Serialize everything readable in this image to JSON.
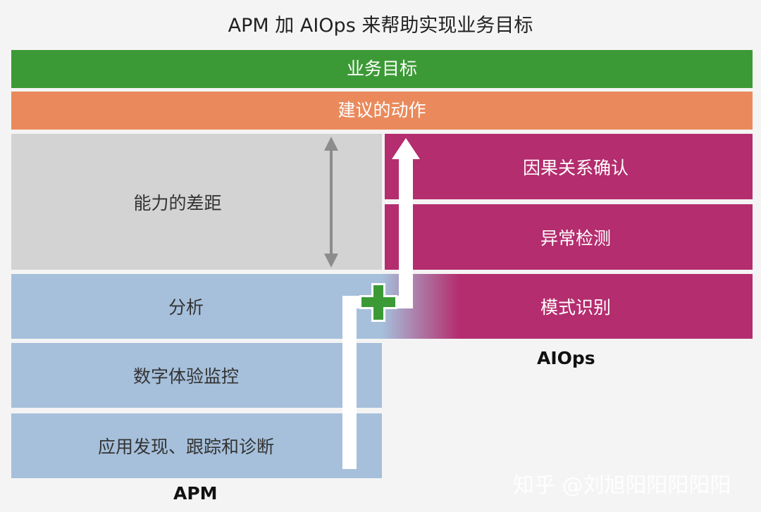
{
  "title": "APM 加 AIOps 来帮助实现业务目标",
  "bands": {
    "goal": "业务目标",
    "action": "建议的动作"
  },
  "gap": {
    "label": "能力的差距"
  },
  "aiops": {
    "items": [
      "因果关系确认",
      "异常检测",
      "模式识别"
    ],
    "label": "AIOps"
  },
  "apm": {
    "items": [
      "分析",
      "数字体验监控",
      "应用发现、跟踪和诊断"
    ],
    "label": "APM"
  },
  "watermark": "知乎 @刘旭阳阳阳阳阳",
  "colors": {
    "goal": "#3c9a36",
    "action": "#ea8a5c",
    "gap": "#d3d3d3",
    "apm": "#a6c0db",
    "aiops": "#b42d6e",
    "plus": "#3c9a36"
  },
  "icons": [
    "double-arrow-icon",
    "up-arrow-icon",
    "plus-icon"
  ]
}
